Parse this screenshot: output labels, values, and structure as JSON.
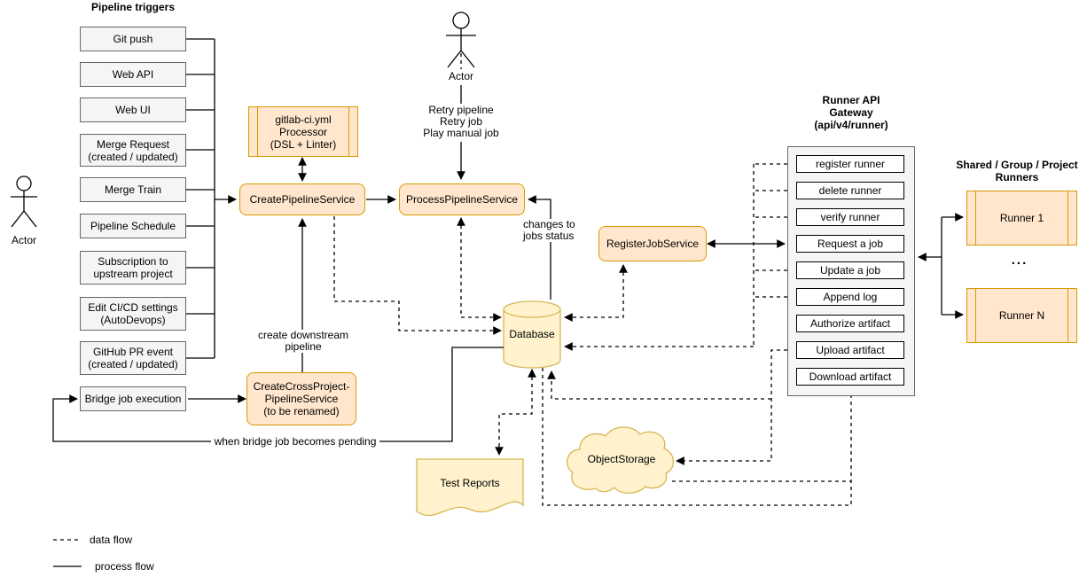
{
  "triggers": {
    "title": "Pipeline triggers",
    "items": [
      "Git push",
      "Web API",
      "Web UI",
      "Merge Request\n(created / updated)",
      "Merge Train",
      "Pipeline Schedule",
      "Subscription to\nupstream project",
      "Edit CI/CD settings\n(AutoDevops)",
      "GitHub PR event\n(created / updated)",
      "Bridge job execution"
    ]
  },
  "actors": {
    "left_label": "Actor",
    "top_label": "Actor"
  },
  "annotations": {
    "retry": "Retry pipeline\nRetry job\nPlay manual job",
    "changes": "changes to\njobs status",
    "create_downstream": "create downstream\npipeline",
    "when_bridge": "when bridge job becomes pending"
  },
  "services": {
    "processor": "gitlab-ci.yml\nProcessor\n(DSL + Linter)",
    "create_pipeline": "CreatePipelineService",
    "process_pipeline": "ProcessPipelineService",
    "register_job": "RegisterJobService",
    "create_cross_project": "CreateCrossProject-\nPipelineService\n(to be renamed)"
  },
  "stores": {
    "database": "Database",
    "test_reports": "Test Reports",
    "object_storage": "ObjectStorage"
  },
  "gateway": {
    "title": "Runner API\nGateway\n(api/v4/runner)",
    "endpoints": [
      "register runner",
      "delete runner",
      "verify runner",
      "Request a job",
      "Update a job",
      "Append log",
      "Authorize artifact",
      "Upload artifact",
      "Download artifact"
    ]
  },
  "runners": {
    "title": "Shared / Group / Project\nRunners",
    "first": "Runner 1",
    "ellipsis": "...",
    "last": "Runner N"
  },
  "legend": {
    "data_flow": "data flow",
    "process_flow": "process flow"
  },
  "colors": {
    "service_fill": "#ffe6cc",
    "service_border": "#d79b00",
    "store_fill": "#fff2cc",
    "store_border": "#d6b656",
    "neutral_fill": "#f5f5f5",
    "neutral_border": "#666666",
    "line": "#000000"
  }
}
